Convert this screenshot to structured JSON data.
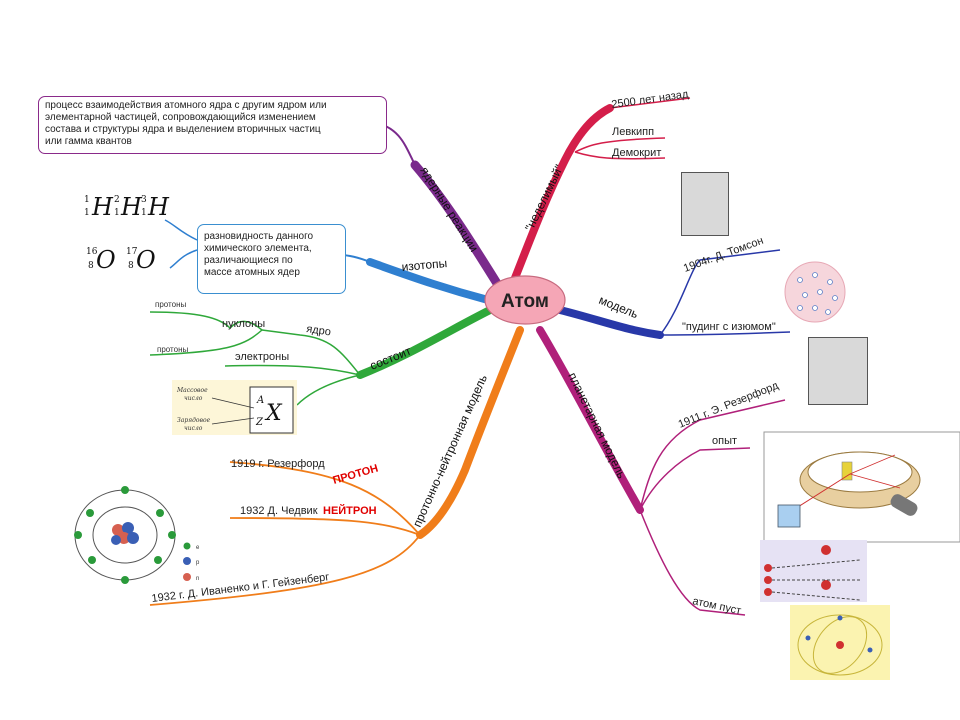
{
  "center": {
    "label": "Атом"
  },
  "branches": {
    "nuclear_reactions": {
      "label": "ядерные реакции",
      "definition": [
        "процесс взаимодействия атомного ядра с другим ядром или",
        "элементарной частицей, сопровождающийся изменением",
        "состава и структуры ядра и выделением вторичных частиц",
        "или гамма квантов"
      ]
    },
    "isotopes": {
      "label": "изотопы",
      "definition": [
        "разновидность данного",
        "химического элемента,",
        "различающиеся по",
        "массе атомных ядер"
      ],
      "hydrogen": [
        "1H",
        "2H",
        "3H"
      ],
      "oxygen": [
        "16O",
        "17O"
      ]
    },
    "composition": {
      "label": "состоит",
      "nucleus": "ядро",
      "nucleons": "нуклоны",
      "protons": "протоны",
      "protons2": "протоны",
      "electrons": "электроны",
      "notation": {
        "mass": "Массовое число",
        "charge": "Зарядовое число",
        "A": "A",
        "Z": "Z",
        "X": "X"
      }
    },
    "indivisible": {
      "label": "\"неделимый\"",
      "years": "2500 лет назад",
      "leucippus": "Левкипп",
      "democritus": "Демокрит"
    },
    "model": {
      "label": "модель",
      "thomson": "1904г. Д. Томсон",
      "pudding": "\"пудинг с изюмом\""
    },
    "planetary": {
      "label": "планетарная модель",
      "rutherford": "1911 г. Э. Резерфорд",
      "experiment": "опыт",
      "empty": "атом пуст"
    },
    "proton_neutron": {
      "label": "протонно-нейтронная модель",
      "proton_pre": "1919 г. Резерфорд",
      "proton": "ПРОТОН",
      "neutron_pre": "1932 Д. Чедвик",
      "neutron": "НЕЙТРОН",
      "ivanenko": "1932 г. Д. Иваненко и Г. Гейзенберг",
      "legend": [
        "e",
        "p",
        "n"
      ]
    }
  },
  "colors": {
    "reactions": "#7a2a8c",
    "isotopes": "#2f7fd0",
    "composition": "#2fa83a",
    "indivisible": "#d41e4a",
    "model": "#2838a8",
    "planetary": "#b0207a",
    "proton_neutron": "#f07d1a",
    "center_fill": "#f5a6b6"
  }
}
